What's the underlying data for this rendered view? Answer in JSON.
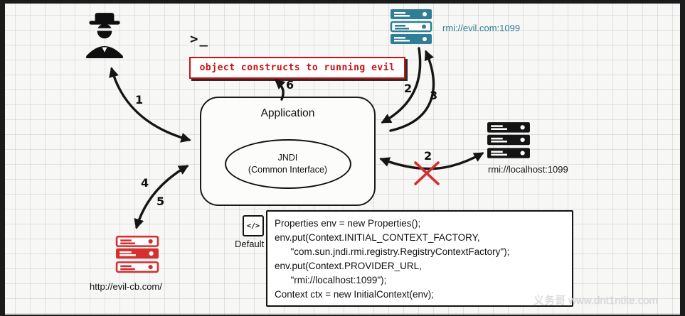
{
  "application": {
    "title": "Application",
    "jndi_title": "JNDI",
    "jndi_subtitle": "(Common Interface)"
  },
  "terminal": {
    "prompt": ">_"
  },
  "banner": {
    "text": "object constructs to running evil"
  },
  "actors": {
    "attacker": {
      "icon": "spy-icon"
    },
    "evil_server": {
      "label": "rmi://evil.com:1099",
      "color": "#2e7f95"
    },
    "localhost_server": {
      "label": "rmi://localhost:1099",
      "color": "#141414"
    },
    "evil_cb_server": {
      "label": "http://evil-cb.com/",
      "color": "#d43030"
    }
  },
  "steps": {
    "step1": "1",
    "step2_top": "2",
    "step3": "3",
    "step2_mid": "2",
    "step4": "4",
    "step5": "5",
    "step6": "6"
  },
  "code_panel": {
    "icon_label": "</>",
    "caption": "Default",
    "lines": [
      "Properties env = new Properties();",
      "env.put(Context.INITIAL_CONTEXT_FACTORY,",
      "      \"com.sun.jndi.rmi.registry.RegistryContextFactory\");",
      "env.put(Context.PROVIDER_URL,",
      "      \"rmi://localhost:1099\");",
      "Context ctx = new InitialContext(env);"
    ]
  },
  "watermark": {
    "text": "义务哥 www.dnt1ntite.com"
  },
  "colors": {
    "banner_red": "#cc1111",
    "cross_red": "#d43030",
    "ink": "#141414",
    "teal": "#2e7f95"
  }
}
